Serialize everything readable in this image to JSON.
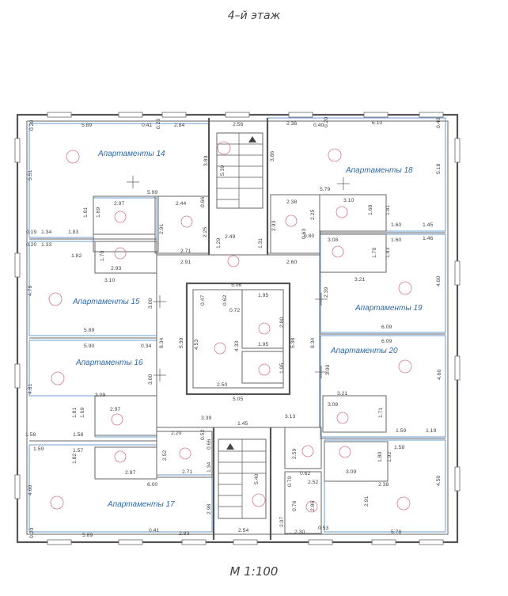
{
  "page": {
    "title": "4–й этаж",
    "scale": "М 1:100"
  },
  "apartments": [
    {
      "label": "Апартаменты 14"
    },
    {
      "label": "Апартаменты 15"
    },
    {
      "label": "Апартаменты 16"
    },
    {
      "label": "Апартаменты 17"
    },
    {
      "label": "Апартаменты 18"
    },
    {
      "label": "Апартаменты 19"
    },
    {
      "label": "Апартаменты 20"
    }
  ],
  "dimensions": {
    "top": [
      "0.20",
      "5.89",
      "0.41",
      "0.20",
      "2.84",
      "2.56",
      "2.36",
      "0.40",
      "0.20",
      "6.10",
      "0.40"
    ],
    "upper_left": [
      "5.51",
      "3.89",
      "5.99",
      "2.97",
      "1.81",
      "1.69",
      "2.44",
      "0.66",
      "2.91",
      "2.25",
      "5.39"
    ],
    "upper_left_row": [
      "0.19",
      "1.34",
      "1.83",
      "0.20",
      "1.33",
      "1.82",
      "1.70",
      "2.93",
      "3.10",
      "2.71",
      "2.91",
      "1.29",
      "2.49",
      "1.31"
    ],
    "upper_right": [
      "3.86",
      "5.18",
      "5.79",
      "2.38",
      "3.10",
      "1.68",
      "1.81",
      "2.25",
      "2.93",
      "1.60",
      "1.45"
    ],
    "upper_right_row": [
      "0.63",
      "0.80",
      "3.08",
      "1.60",
      "1.46",
      "2.60",
      "1.70",
      "1.83",
      "3.21",
      "4.60",
      "2.39"
    ],
    "middle_left": [
      "4.79",
      "3.00",
      "5.89",
      "5.90",
      "0.34",
      "8.34",
      "5.39"
    ],
    "core": [
      "5.06",
      "0.47",
      "0.62",
      "1.95",
      "0.72",
      "4.53",
      "4.33",
      "2.80",
      "5.38",
      "1.95",
      "1.95",
      "2.50",
      "5.05"
    ],
    "middle_right": [
      "6.09",
      "6.09",
      "8.34",
      "3.00",
      "4.60",
      "3.21",
      "3.08",
      "1.71",
      "1.59",
      "1.19"
    ],
    "lower_left": [
      "4.81",
      "3.00",
      "3.09",
      "1.81",
      "1.69",
      "2.97",
      "1.58",
      "1.58",
      "3.39",
      "2.20",
      "0.52",
      "0.66"
    ],
    "lower_center": [
      "1.45",
      "3.13",
      "2.59",
      "0.62",
      "2.52",
      "0.79",
      "0.76",
      "2.86",
      "2.07",
      "2.30",
      "0.53",
      "5.40",
      "2.54"
    ],
    "lower_left_row": [
      "1.59",
      "1.57",
      "1.82",
      "2.52",
      "2.97",
      "2.71",
      "6.00",
      "1.34",
      "4.60",
      "2.98",
      "0.20",
      "5.89",
      "0.41",
      "2.83"
    ],
    "lower_right": [
      "1.58",
      "1.80",
      "1.92",
      "3.09",
      "2.38",
      "2.91",
      "4.50",
      "5.78"
    ]
  },
  "colors": {
    "walls": "#555555",
    "apartment_label": "#2f6aa8",
    "room_outline": "#6a9bd0",
    "room_stamp": "#d57a8c"
  }
}
